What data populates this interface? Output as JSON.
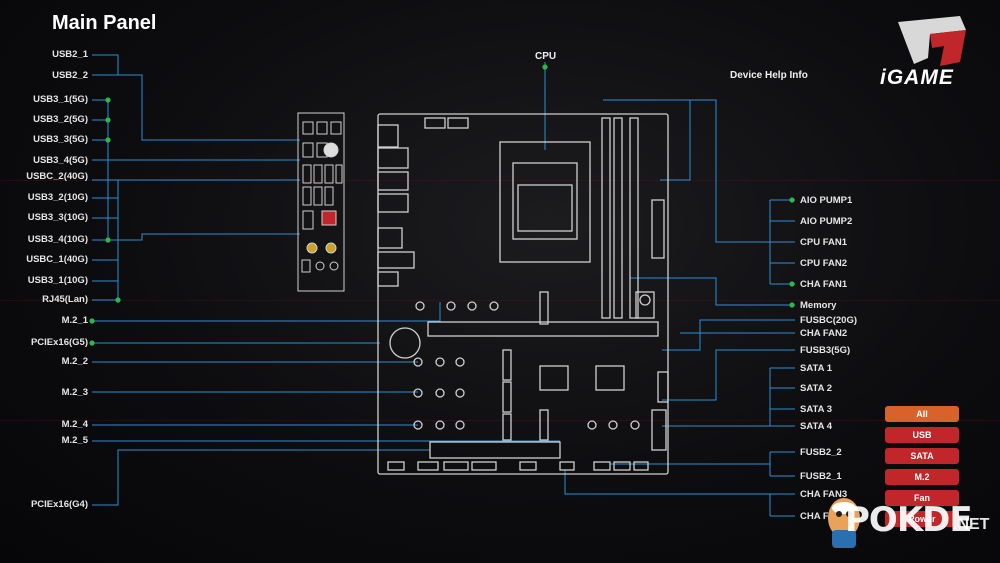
{
  "header": {
    "title": "Main Panel",
    "cpu_label": "CPU",
    "help_label": "Device Help Info"
  },
  "brand": {
    "logo_text": "iGAME",
    "watermark": "POKDE",
    "watermark_suffix": ".NET"
  },
  "colors": {
    "accent": "#c0262a",
    "active": "#d9622a",
    "wire": "#2a8fd6",
    "dot": "#2bb84a"
  },
  "left_labels": [
    "USB2_1",
    "USB2_2",
    "USB3_1(5G)",
    "USB3_2(5G)",
    "USB3_3(5G)",
    "USB3_4(5G)",
    "USBC_2(40G)",
    "USB3_2(10G)",
    "USB3_3(10G)",
    "USB3_4(10G)",
    "USBC_1(40G)",
    "USB3_1(10G)",
    "RJ45(Lan)",
    "M.2_1",
    "PCIEx16(G5)",
    "M.2_2",
    "M.2_3",
    "M.2_4",
    "M.2_5",
    "PCIEx16(G4)"
  ],
  "right_labels": [
    "AIO PUMP1",
    "AIO PUMP2",
    "CPU FAN1",
    "CPU FAN2",
    "CHA FAN1",
    "Memory",
    "FUSBC(20G)",
    "CHA FAN2",
    "FUSB3(5G)",
    "SATA 1",
    "SATA 2",
    "SATA 3",
    "SATA 4",
    "FUSB2_2",
    "FUSB2_1",
    "CHA FAN3",
    "CHA FAN4"
  ],
  "filters": [
    "All",
    "USB",
    "SATA",
    "M.2",
    "Fan",
    "Power"
  ]
}
